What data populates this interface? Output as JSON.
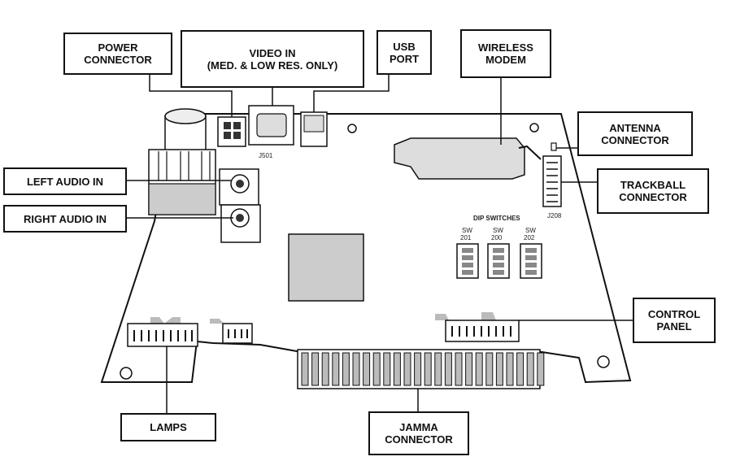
{
  "callouts": {
    "power_connector": [
      "POWER",
      "CONNECTOR"
    ],
    "video_in": [
      "VIDEO IN",
      "(MED. & LOW RES. ONLY)"
    ],
    "usb_port": [
      "USB",
      "PORT"
    ],
    "wireless_modem": [
      "WIRELESS",
      "MODEM"
    ],
    "antenna_connector": [
      "ANTENNA",
      "CONNECTOR"
    ],
    "trackball_connector": [
      "TRACKBALL",
      "CONNECTOR"
    ],
    "left_audio_in": [
      "LEFT AUDIO IN"
    ],
    "right_audio_in": [
      "RIGHT AUDIO IN"
    ],
    "control_panel": [
      "CONTROL",
      "PANEL"
    ],
    "lamps": [
      "LAMPS"
    ],
    "jamma_connector": [
      "JAMMA",
      "CONNECTOR"
    ]
  },
  "silkscreen": {
    "j501": "J501",
    "j208": "J208",
    "dip_switches": "DIP  SWITCHES",
    "sw201": [
      "SW",
      "201"
    ],
    "sw200": [
      "SW",
      "200"
    ],
    "sw202": [
      "SW",
      "202"
    ]
  }
}
